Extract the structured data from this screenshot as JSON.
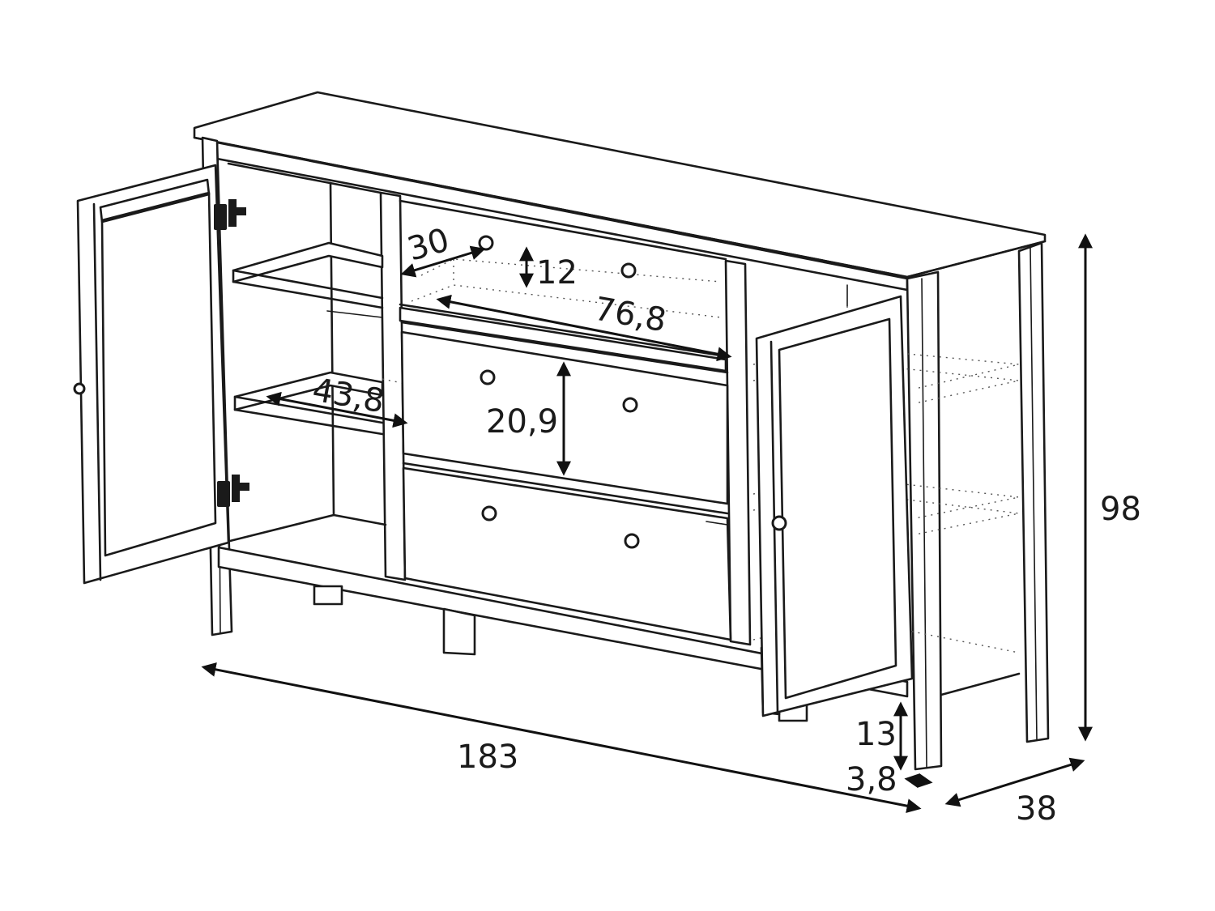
{
  "dimensions": {
    "total_width": "183",
    "total_height": "98",
    "depth": "38",
    "leg_height": "13",
    "leg_inset": "3,8",
    "top_drawer_depth": "30",
    "top_drawer_height": "12",
    "top_drawer_width": "76,8",
    "shelf_depth": "43,8",
    "lower_drawer_height": "20,9"
  }
}
